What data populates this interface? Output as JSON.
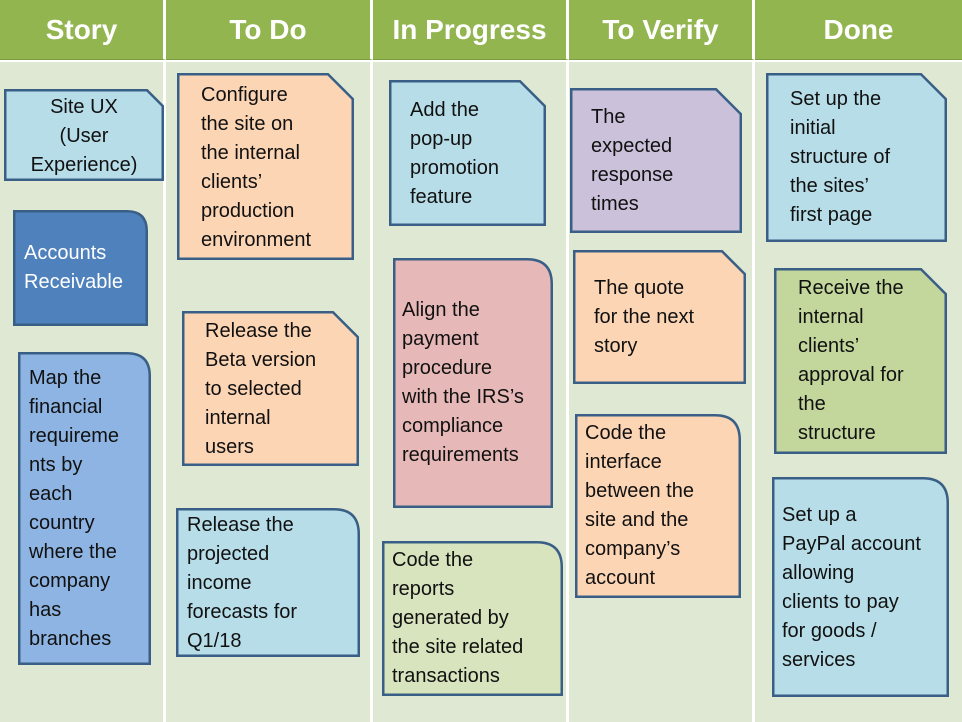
{
  "columns": [
    {
      "title": "Story"
    },
    {
      "title": "To Do"
    },
    {
      "title": "In Progress"
    },
    {
      "title": "To Verify"
    },
    {
      "title": "Done"
    }
  ],
  "cards": {
    "site_ux": "Site UX\n(User\nExperience)",
    "accounts_receivable": "Accounts\nReceivable",
    "map_financial": "Map the\nfinancial\nrequireme\nnts by\neach\ncountry\nwhere the\ncompany\nhas\nbranches",
    "configure_site": "Configure\nthe site on\nthe internal\nclients’\nproduction\nenvironment",
    "release_beta": "Release the\nBeta version\nto selected\ninternal\nusers",
    "release_forecasts": "Release the\nprojected\nincome\nforecasts for\nQ1/18",
    "add_popup": "Add the\npop-up\npromotion\nfeature",
    "align_payment": "Align the\npayment\nprocedure\nwith the IRS’s\ncompliance\nrequirements",
    "code_reports": "Code the\nreports\ngenerated by\nthe site related\ntransactions",
    "expected_response": "The\nexpected\nresponse\ntimes",
    "quote_next": "The quote\nfor the next\nstory",
    "code_interface": "Code the\ninterface\nbetween the\nsite and the\ncompany’s\naccount",
    "setup_structure": "Set up the\ninitial\nstructure of\nthe sites’\nfirst page",
    "receive_approval": "Receive the\ninternal\nclients’\napproval for\nthe\nstructure",
    "setup_paypal": "Set up a\nPayPal account\nallowing\nclients to pay\nfor goods /\nservices"
  },
  "colors": {
    "header_bg": "#92b550",
    "column_bg": "#dfe8d3",
    "card_border": "#3a5f86",
    "light_blue": "#b7dde8",
    "mid_blue": "#4f81bd",
    "medium_blue": "#8eb4e3",
    "peach": "#fcd5b5",
    "pink": "#e6b9b8",
    "light_green": "#d7e4bd",
    "lavender": "#ccc1da",
    "green": "#c3d69b"
  }
}
